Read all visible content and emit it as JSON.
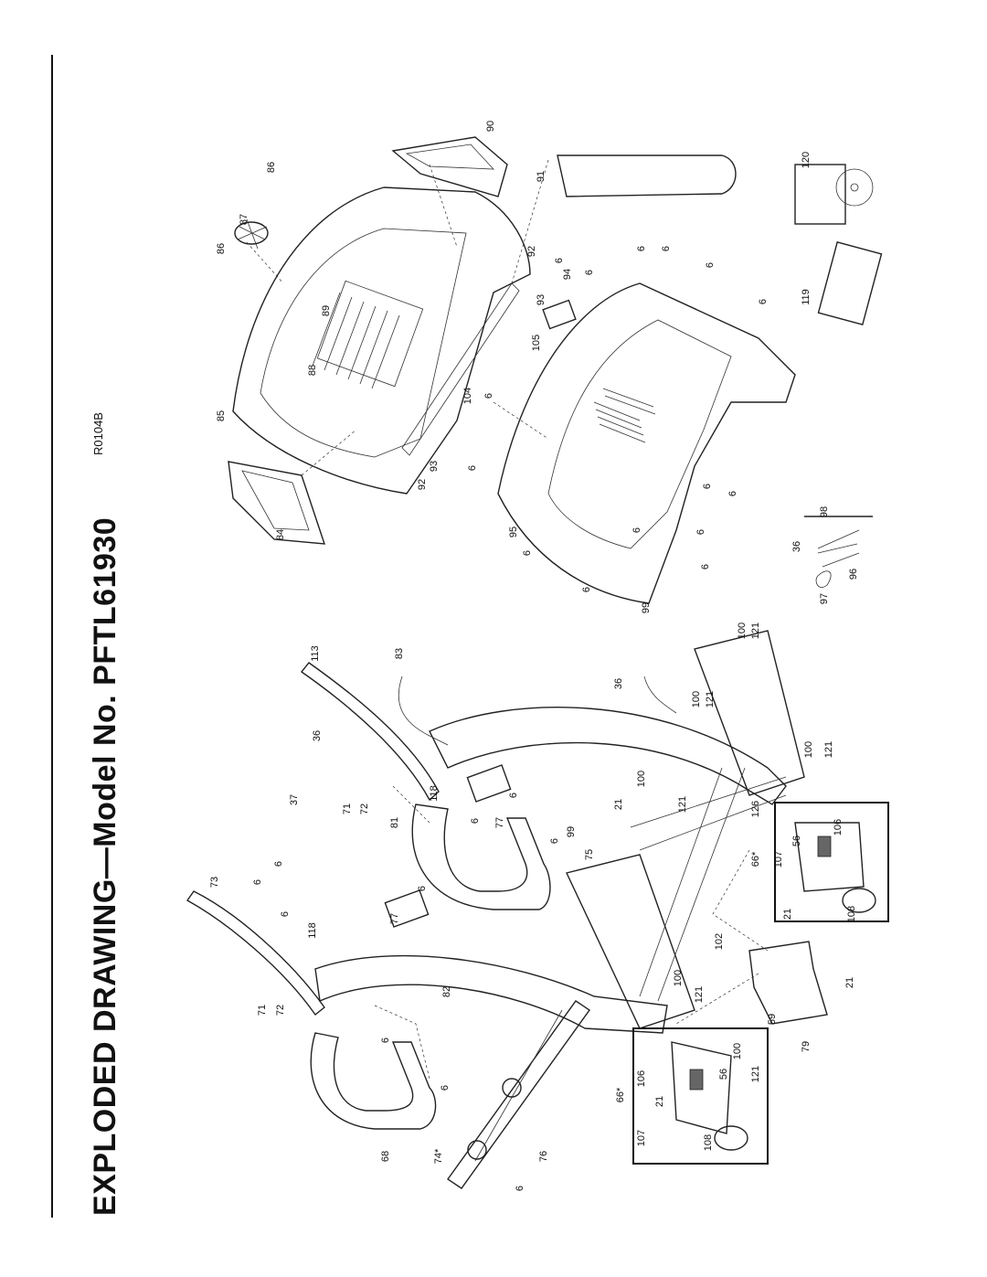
{
  "title": "EXPLODED DRAWING—Model No. PFTL61930",
  "drawing_code": "R0104B",
  "part_labels": [
    "90",
    "91",
    "86",
    "87",
    "86",
    "120",
    "92",
    "6",
    "94",
    "6",
    "6",
    "6",
    "6",
    "89",
    "93",
    "105",
    "88",
    "6",
    "104",
    "85",
    "6",
    "93",
    "92",
    "6",
    "84",
    "95",
    "6",
    "6",
    "6",
    "6",
    "6",
    "6",
    "98",
    "36",
    "96",
    "97",
    "119",
    "113",
    "83",
    "99",
    "100",
    "121",
    "36",
    "100",
    "121",
    "6",
    "36",
    "37",
    "71",
    "72",
    "118",
    "81",
    "6",
    "77",
    "6",
    "100",
    "121",
    "21",
    "99",
    "6",
    "75",
    "126",
    "106",
    "56",
    "66*",
    "107",
    "100",
    "121",
    "21",
    "108",
    "73",
    "6",
    "118",
    "77",
    "6",
    "71",
    "72",
    "82",
    "102",
    "68",
    "6",
    "74*",
    "76",
    "6",
    "100",
    "121",
    "59",
    "21",
    "79",
    "66*",
    "107",
    "106",
    "21",
    "56",
    "100",
    "121",
    "108",
    "6",
    "6",
    "6"
  ]
}
